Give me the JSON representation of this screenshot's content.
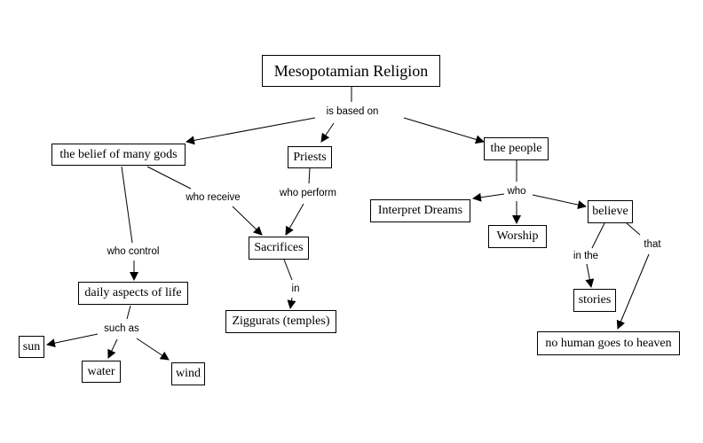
{
  "concept_map": {
    "title": "Mesopotamian Religion",
    "nodes": {
      "root": "Mesopotamian Religion",
      "gods": "the belief of many gods",
      "priests": "Priests",
      "people": "the people",
      "sacrifices": "Sacrifices",
      "daily": "daily aspects of life",
      "ziggurats": "Ziggurats (temples)",
      "sun": "sun",
      "water": "water",
      "wind": "wind",
      "dreams": "Interpret Dreams",
      "worship": "Worship",
      "believe": "believe",
      "stories": "stories",
      "heaven": "no human goes to heaven"
    },
    "linking_phrases": {
      "based_on": "is based on",
      "who_receive": "who receive",
      "who_perform": "who perform",
      "who_control": "who control",
      "in": "in",
      "such_as": "such as",
      "who": "who",
      "in_the": "in the",
      "that": "that"
    },
    "links": [
      {
        "from": "root",
        "via": "based_on",
        "to": [
          "gods",
          "priests",
          "people"
        ]
      },
      {
        "from": "gods",
        "via": "who_receive",
        "to": [
          "sacrifices"
        ]
      },
      {
        "from": "priests",
        "via": "who_perform",
        "to": [
          "sacrifices"
        ]
      },
      {
        "from": "gods",
        "via": "who_control",
        "to": [
          "daily"
        ]
      },
      {
        "from": "sacrifices",
        "via": "in",
        "to": [
          "ziggurats"
        ]
      },
      {
        "from": "daily",
        "via": "such_as",
        "to": [
          "sun",
          "water",
          "wind"
        ]
      },
      {
        "from": "people",
        "via": "who",
        "to": [
          "dreams",
          "worship",
          "believe"
        ]
      },
      {
        "from": "believe",
        "via": "in_the",
        "to": [
          "stories"
        ]
      },
      {
        "from": "believe",
        "via": "that",
        "to": [
          "heaven"
        ]
      }
    ]
  }
}
